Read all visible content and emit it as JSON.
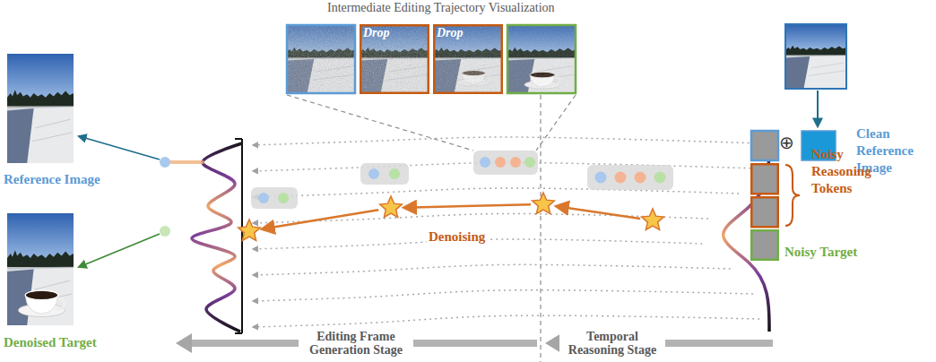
{
  "diagram": {
    "title": "Intermediate Editing Trajectory Visualization",
    "nodes": [
      {
        "text": [
          "Drop"
        ]
      },
      {
        "text": [
          "Drop"
        ]
      },
      {
        "text": [
          "Reference Image"
        ]
      },
      {
        "text": [
          "Denoised Target"
        ]
      },
      {
        "text": [
          "Clean Reference Image"
        ]
      },
      {
        "text": [
          "Noisy Reasoning Tokens"
        ]
      },
      {
        "text": [
          "Noisy Target"
        ]
      },
      {
        "text": [
          "Editing Frame Generation Stage"
        ]
      },
      {
        "text": [
          "Temporal Reasoning Stage"
        ]
      }
    ],
    "labels": [
      "Denoising",
      "⊕"
    ]
  }
}
